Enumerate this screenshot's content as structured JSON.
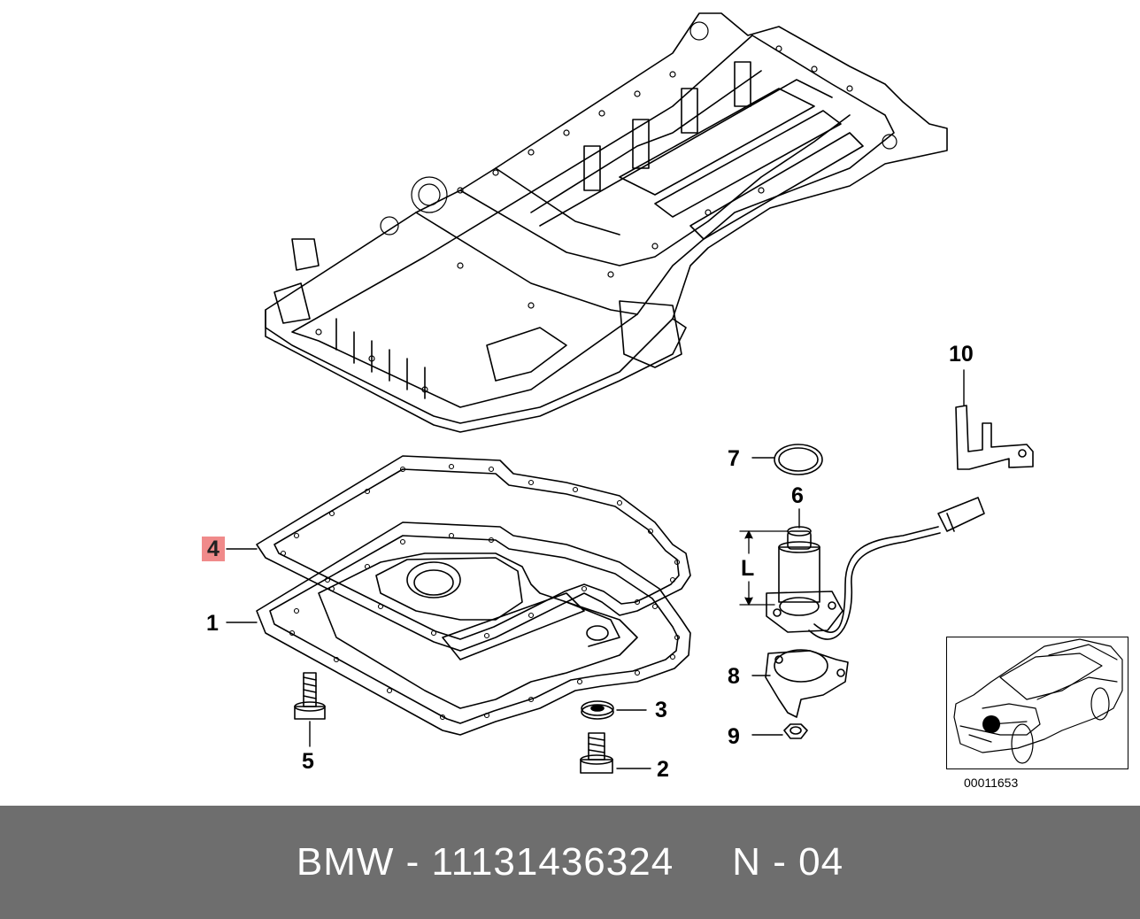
{
  "callouts": {
    "c1": "1",
    "c2": "2",
    "c3": "3",
    "c4": "4",
    "c5": "5",
    "c6": "6",
    "c7": "7",
    "c8": "8",
    "c9": "9",
    "c10": "10",
    "dim_l": "L"
  },
  "reference_code": "00011653",
  "highlight_color": "#f08a8a",
  "footer": {
    "text": "BMW - 11131436324     N - 04",
    "background": "#6e6e6e"
  }
}
